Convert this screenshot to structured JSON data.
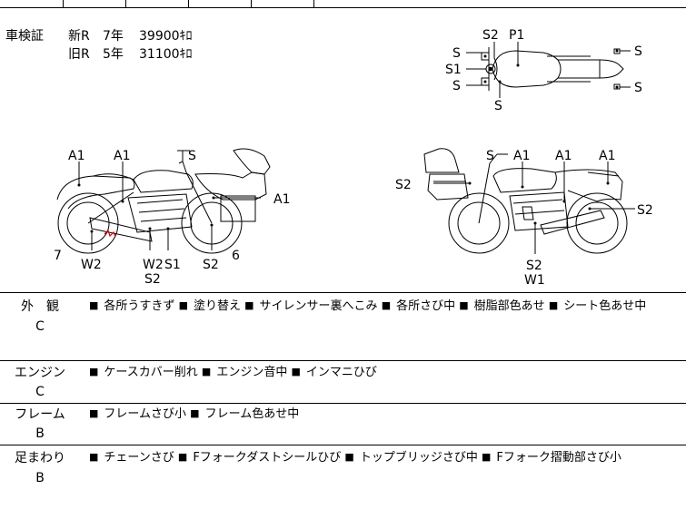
{
  "inspection": {
    "label": "車検証",
    "rows": [
      {
        "era": "新R",
        "year": "7年",
        "mileage": "39900ｷﾛ"
      },
      {
        "era": "旧R",
        "year": "5年",
        "mileage": "31100ｷﾛ"
      }
    ]
  },
  "diagram_labels": {
    "top_view": {
      "s2": "S2",
      "p1": "P1",
      "s_left_top": "S",
      "s1": "S1",
      "s_left_bottom": "S",
      "s_below": "S",
      "s_right_top": "S",
      "s_right_bottom": "S"
    },
    "left_side": {
      "a1_a": "A1",
      "a1_b": "A1",
      "s_top": "S",
      "a1_c": "A1",
      "num7": "7",
      "w2_a": "W2",
      "w2_b": "W2",
      "s1": "S1",
      "s2_a": "S2",
      "s2_b": "S2",
      "num6": "6"
    },
    "right_side": {
      "s_top": "S",
      "a1_a": "A1",
      "a1_b": "A1",
      "a1_c": "A1",
      "s2_left": "S2",
      "s2_right": "S2",
      "s2_bottom": "S2",
      "w1": "W1"
    }
  },
  "sections": [
    {
      "name": "外　観",
      "grade": "C",
      "items": [
        "各所うすきず",
        "塗り替え",
        "サイレンサー裏へこみ",
        "各所さび中",
        "樹脂部色あせ",
        "シート色あせ中"
      ]
    },
    {
      "name": "エンジン",
      "grade": "C",
      "items": [
        "ケースカバー削れ",
        "エンジン音中",
        "インマニひび"
      ]
    },
    {
      "name": "フレーム",
      "grade": "B",
      "items": [
        "フレームさび小",
        "フレーム色あせ中"
      ]
    },
    {
      "name": "足まわり",
      "grade": "B",
      "items": [
        "チェーンさび",
        "Fフォークダストシールひび",
        "トップブリッジさび中",
        "Fフォーク摺動部さび小"
      ]
    }
  ],
  "bullet": "■"
}
